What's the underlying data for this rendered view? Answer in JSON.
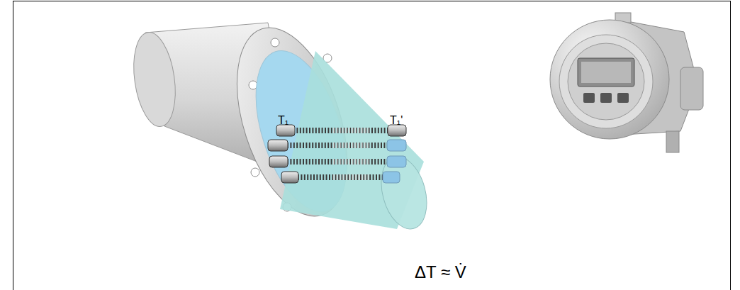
{
  "diagram": {
    "labels": [
      "T₁",
      "T₁'",
      "ΔT ≈ V̇"
    ]
  }
}
